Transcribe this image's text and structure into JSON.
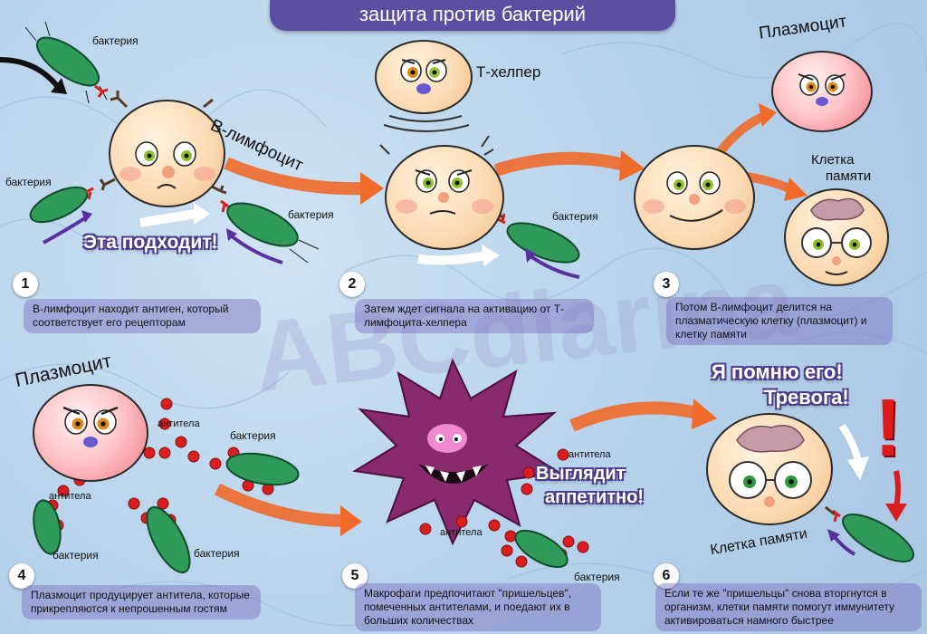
{
  "title": "защита против бактерий",
  "labels": {
    "bacteria": "бактерия",
    "antibodies": "антитела",
    "b_lymphocyte": "В-лимфоцит",
    "t_helper": "Т-хелпер",
    "plasmocyte": "Плазмоцит",
    "memory_cell_two_line_1": "Клетка",
    "memory_cell_two_line_2": "памяти",
    "memory_cell": "Клетка памяти"
  },
  "exclamations": {
    "fits": "Эта подходит!",
    "remember_1": "Я помню его!",
    "remember_2": "Тревога!",
    "appetizing_1": "Выглядит",
    "appetizing_2": "аппетитно!",
    "alert_mark": "!"
  },
  "watermark": "ABCdiarina",
  "steps": [
    {
      "number": "1",
      "text": "В-лимфоцит находит антиген, который соответствует его рецепторам"
    },
    {
      "number": "2",
      "text": "Затем ждет сигнала на активацию от Т-лимфоцита-хелпера"
    },
    {
      "number": "3",
      "text": "Потом В-лимфоцит делится на плазматическую клетку (плазмоцит) и клетку памяти"
    },
    {
      "number": "4",
      "text": "Плазмоцит продуцирует антитела, которые прикрепляются к непрошенным гостям"
    },
    {
      "number": "5",
      "text": "Макрофаги предпочитают \"пришельцев\", помеченных антителами, и поедают их в больших количествах"
    },
    {
      "number": "6",
      "text": "Если те же \"пришельцы\" снова вторгнутся в организм, клетки памяти помогут иммунитету активироваться намного быстрее"
    }
  ],
  "colors": {
    "banner": "#5a4fa3",
    "arrow": "#f06a2a",
    "bacteria": "#2f9a5a",
    "antibody": "#d81e1e"
  }
}
